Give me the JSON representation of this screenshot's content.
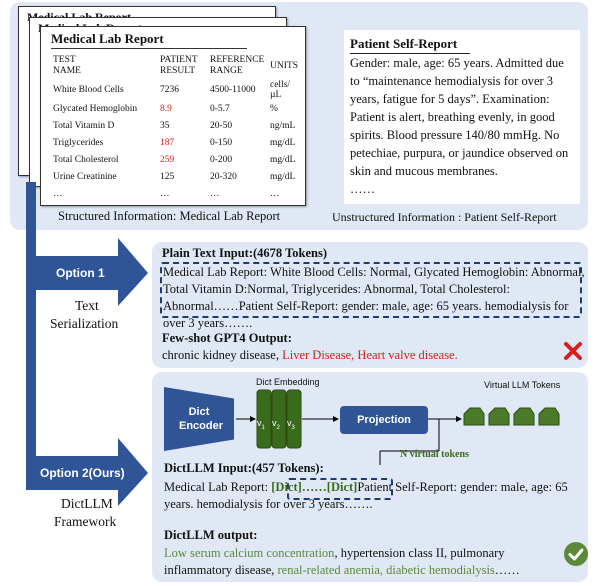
{
  "top": {
    "lab_report": {
      "back_title_1": "Medical Lab Report",
      "back_title_2": "Medical Lab Report",
      "title": "Medical Lab Report",
      "headers": [
        "TEST\nNAME",
        "PATIENT\nRESULT",
        "REFERENCE\nRANGE",
        "UNITS"
      ],
      "rows": [
        {
          "test": "White Blood Cells",
          "result": "7236",
          "range": "4500-11000",
          "units": "cells/µL",
          "abnormal": false
        },
        {
          "test": "Glycated Hemoglobin",
          "result": "8.9",
          "range": "0-5.7",
          "units": "%",
          "abnormal": true
        },
        {
          "test": "Total Vitamin D",
          "result": "35",
          "range": "20-50",
          "units": "ng/mL",
          "abnormal": false
        },
        {
          "test": "Triglycerides",
          "result": "187",
          "range": "0-150",
          "units": "mg/dL",
          "abnormal": true
        },
        {
          "test": "Total Cholesterol",
          "result": "259",
          "range": "0-200",
          "units": "mg/dL",
          "abnormal": true
        },
        {
          "test": "Urine Creatinine",
          "result": "125",
          "range": "20-320",
          "units": "mg/dL",
          "abnormal": false
        },
        {
          "test": "…",
          "result": "…",
          "range": "…",
          "units": "…",
          "abnormal": false
        }
      ]
    },
    "self_report": {
      "title": "Patient Self-Report",
      "body": "Gender: male, age: 65 years. Admitted due to “maintenance hemodialysis for over 3 years, fatigue for 5 days”. Examination: Patient is alert, breathing evenly, in good spirits. Blood pressure 140/80 mmHg. No petechiae, purpura, or jaundice observed on skin and mucous membranes.",
      "ellipsis": "……"
    },
    "caption_structured": "Structured Information: Medical Lab Report",
    "caption_unstructured": "Unstructured Information : Patient Self-Report"
  },
  "option1": {
    "arrow_label": "Option 1",
    "name_line1": "Text",
    "name_line2": "Serialization",
    "input_title": "Plain Text Input:(4678 Tokens)",
    "input_highlight": "Medical Lab Report: White Blood Cells: Normal, Glycated Hemoglobin: Abnormal, Total Vitamin D:Normal, Triglycerides: Abnormal, Total Cholesterol: Abnormal……",
    "input_rest": "Patient Self-Report: gender: male, age: 65 years. hemodialysis for over 3 years…….",
    "output_title": "Few-shot GPT4 Output:",
    "output_normal": "chronic kidney disease, ",
    "output_wrong": "Liver Disease, Heart valve disease.",
    "status_icon": "cross-icon",
    "status_color": "#d62020"
  },
  "option2": {
    "arrow_label": "Option 2(Ours)",
    "name_line1": "DictLLM",
    "name_line2": "Framework",
    "dict_encoder": "Dict Encoder",
    "dict_embedding_label": "Dict Embedding",
    "embedding_cells": [
      "v",
      "v",
      "v"
    ],
    "embedding_subs": [
      "1",
      "2",
      "3"
    ],
    "projection": "Projection",
    "virtual_tokens_label": "Virtual LLM Tokens",
    "n_virtual_tokens": "N virtual tokens",
    "input_title": "DictLLM Input:(457 Tokens):",
    "input_prefix": "Medical Lab Report: ",
    "input_dict": "[Dict]……[Dict]",
    "input_suffix": "Patient Self-Report: gender: male, age: 65 years. hemodialysis for over 3 years…….",
    "output_title": "DictLLM output:",
    "output_green_1": "Low serum calcium concentration",
    "output_mid": ", hypertension class II, pulmonary inflammatory disease, ",
    "output_green_2": "renal-related anemia, diabetic hemodialysis",
    "output_end": "……",
    "status_icon": "check-circle-icon",
    "status_color": "#5a8a3a"
  },
  "colors": {
    "panel": "#dfe8f4",
    "arrow": "#2f5597",
    "embedding": "#3a6b1c",
    "token": "#4a7a2a",
    "abnormal": "#d62020",
    "correct": "#5a8a3a"
  }
}
